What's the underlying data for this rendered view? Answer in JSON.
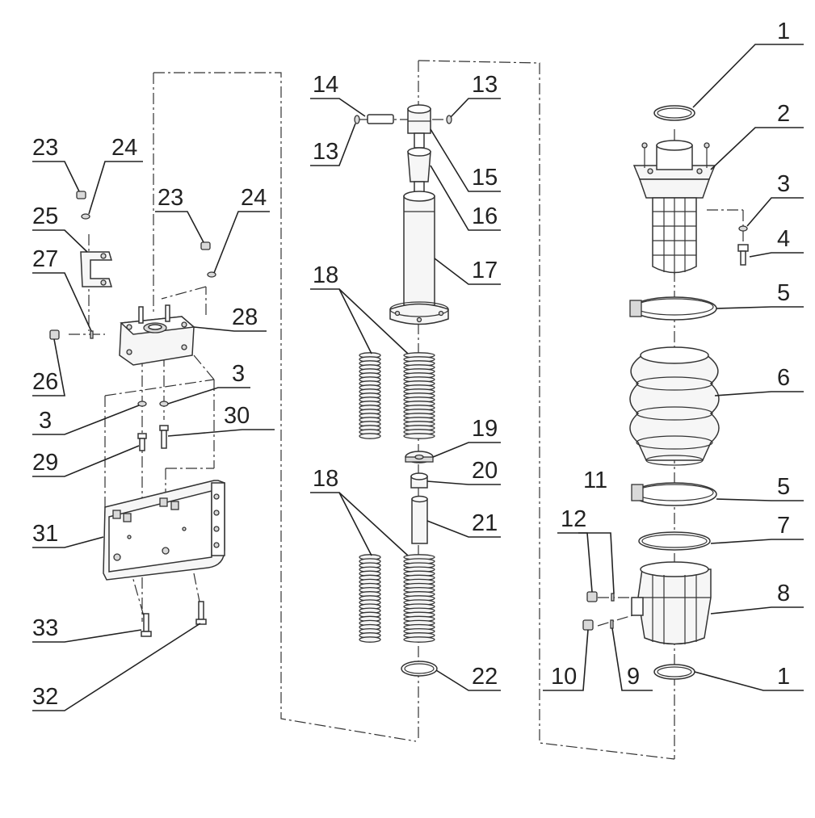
{
  "labels": {
    "n1": "1",
    "n2": "2",
    "n3": "3",
    "n4": "4",
    "n5": "5",
    "n6": "6",
    "n7": "7",
    "n8": "8",
    "n9": "9",
    "n10": "10",
    "n11": "11",
    "n12": "12",
    "n13": "13",
    "n14": "14",
    "n15": "15",
    "n16": "16",
    "n17": "17",
    "n18": "18",
    "n19": "19",
    "n20": "20",
    "n21": "21",
    "n22": "22",
    "n23": "23",
    "n24": "24",
    "n25": "25",
    "n26": "26",
    "n27": "27",
    "n28": "28",
    "n29": "29",
    "n30": "30",
    "n31": "31",
    "n32": "32",
    "n33": "33"
  }
}
